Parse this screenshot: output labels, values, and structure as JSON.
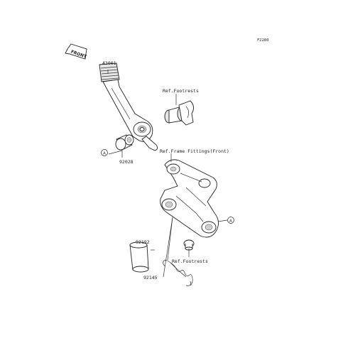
{
  "diagram_id": "F2280",
  "front_label": "FRONT",
  "marker_letter": "A",
  "parts": {
    "p43001": "43001",
    "p92028": "92028",
    "p92192": "92192",
    "p92145": "92145"
  },
  "refs": {
    "footrests_upper": "Ref.Footrests",
    "frame_fittings": "Ref.Frame Fittings(Front)",
    "footrests_lower": "Ref.Footrests"
  }
}
